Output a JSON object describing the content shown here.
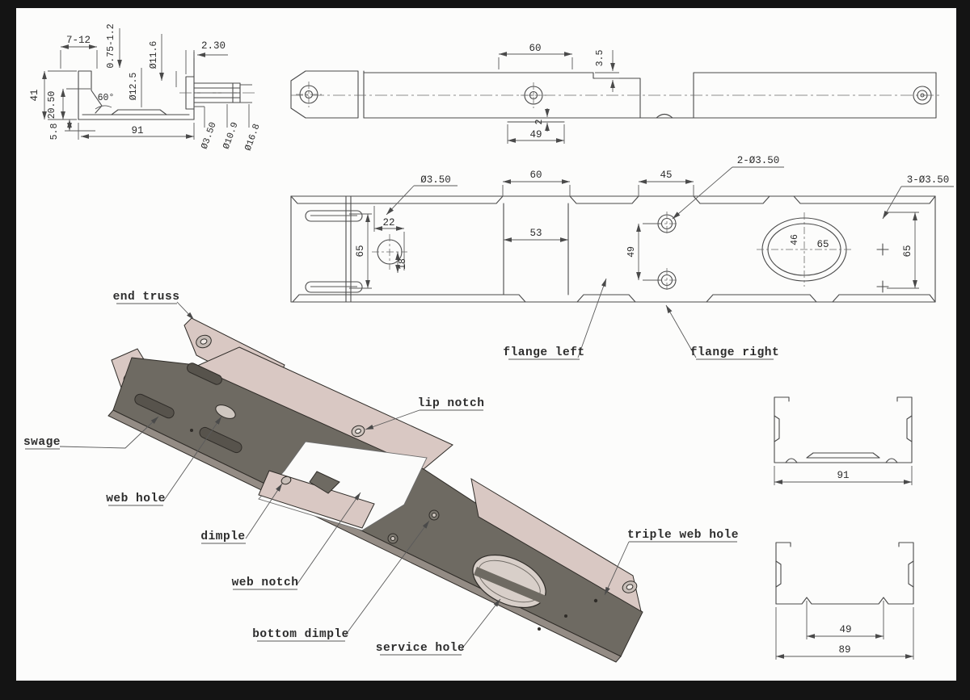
{
  "drawing": {
    "section_view": {
      "dims": {
        "range712": "7-12",
        "thk": "0.75-1.2",
        "dia116": "Ø11.6",
        "dia125": "Ø12.5",
        "len230": "2.30",
        "h41": "41",
        "h2050": "20.50",
        "ang60": "60°",
        "h58": "5.8",
        "w91": "91",
        "dia350": "Ø3.50",
        "dia109": "Ø10.9",
        "dia168": "Ø16.8"
      }
    },
    "top_view": {
      "dims": {
        "w60": "60",
        "t35": "3.5",
        "t2": "2",
        "w49": "49"
      }
    },
    "side_view": {
      "dims": {
        "dia350": "Ø3.50",
        "w22": "22",
        "h65a": "65",
        "h18": "18",
        "w60": "60",
        "w53": "53",
        "w45": "45",
        "p49": "49",
        "holes2": "2-Ø3.50",
        "e46": "46",
        "e65": "65",
        "holes3": "3-Ø3.50",
        "h65b": "65"
      },
      "labels": {
        "flange_left": "flange left",
        "flange_right": "flange right"
      }
    },
    "iso_view": {
      "labels": {
        "end_truss": "end truss",
        "swage": "swage",
        "web_hole": "web hole",
        "lip_notch": "lip notch",
        "dimple": "dimple",
        "web_notch": "web notch",
        "bottom_dimple": "bottom dimple",
        "service_hole": "service hole",
        "triple_web_hole": "triple  web hole"
      }
    },
    "profile_lipped": {
      "dims": {
        "w91": "91"
      }
    },
    "profile_open": {
      "dims": {
        "w49": "49",
        "w89": "89"
      }
    },
    "colors": {
      "line": "#4a4a4a",
      "web_dark": "#6e6a62",
      "flange_pink": "#d9c8c3",
      "edge_light": "#b3aaa3",
      "paper": "#fcfcfb",
      "frame": "#141414"
    }
  }
}
